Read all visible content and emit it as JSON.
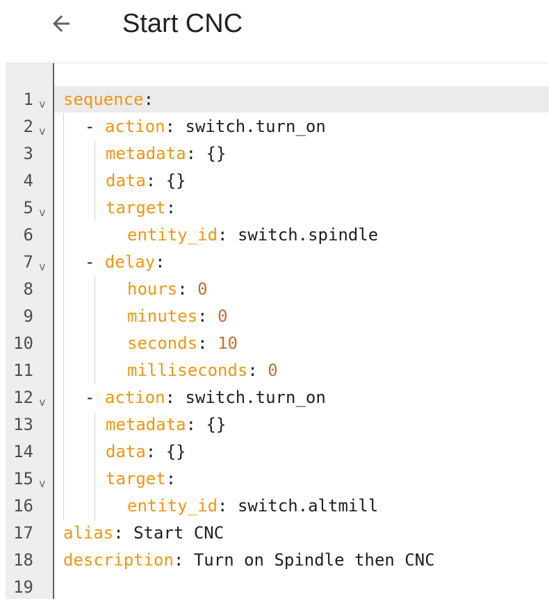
{
  "header": {
    "back_icon": "arrow-left-icon",
    "title": "Start CNC"
  },
  "editor": {
    "lines": [
      {
        "n": "1",
        "fold": "v"
      },
      {
        "n": "2",
        "fold": "v"
      },
      {
        "n": "3",
        "fold": ""
      },
      {
        "n": "4",
        "fold": ""
      },
      {
        "n": "5",
        "fold": "v"
      },
      {
        "n": "6",
        "fold": ""
      },
      {
        "n": "7",
        "fold": "v"
      },
      {
        "n": "8",
        "fold": ""
      },
      {
        "n": "9",
        "fold": ""
      },
      {
        "n": "10",
        "fold": ""
      },
      {
        "n": "11",
        "fold": ""
      },
      {
        "n": "12",
        "fold": "v"
      },
      {
        "n": "13",
        "fold": ""
      },
      {
        "n": "14",
        "fold": ""
      },
      {
        "n": "15",
        "fold": "v"
      },
      {
        "n": "16",
        "fold": ""
      },
      {
        "n": "17",
        "fold": ""
      },
      {
        "n": "18",
        "fold": ""
      },
      {
        "n": "19",
        "fold": ""
      }
    ],
    "tokens": {
      "l1_key": "sequence",
      "l1_colon": ":",
      "l2_dash": "- ",
      "l2_key": "action",
      "l2_colon": ": ",
      "l2_val": "switch.turn_on",
      "l3_key": "metadata",
      "l3_colon": ": ",
      "l3_val": "{}",
      "l4_key": "data",
      "l4_colon": ": ",
      "l4_val": "{}",
      "l5_key": "target",
      "l5_colon": ":",
      "l6_key": "entity_id",
      "l6_colon": ": ",
      "l6_val": "switch.spindle",
      "l7_dash": "- ",
      "l7_key": "delay",
      "l7_colon": ":",
      "l8_key": "hours",
      "l8_colon": ": ",
      "l8_val": "0",
      "l9_key": "minutes",
      "l9_colon": ": ",
      "l9_val": "0",
      "l10_key": "seconds",
      "l10_colon": ": ",
      "l10_val": "10",
      "l11_key": "milliseconds",
      "l11_colon": ": ",
      "l11_val": "0",
      "l12_dash": "- ",
      "l12_key": "action",
      "l12_colon": ": ",
      "l12_val": "switch.turn_on",
      "l13_key": "metadata",
      "l13_colon": ": ",
      "l13_val": "{}",
      "l14_key": "data",
      "l14_colon": ": ",
      "l14_val": "{}",
      "l15_key": "target",
      "l15_colon": ":",
      "l16_key": "entity_id",
      "l16_colon": ": ",
      "l16_val": "switch.altmill",
      "l17_key": "alias",
      "l17_colon": ": ",
      "l17_val": "Start CNC",
      "l18_key": "description",
      "l18_colon": ": ",
      "l18_val": "Turn on Spindle then CNC"
    }
  }
}
